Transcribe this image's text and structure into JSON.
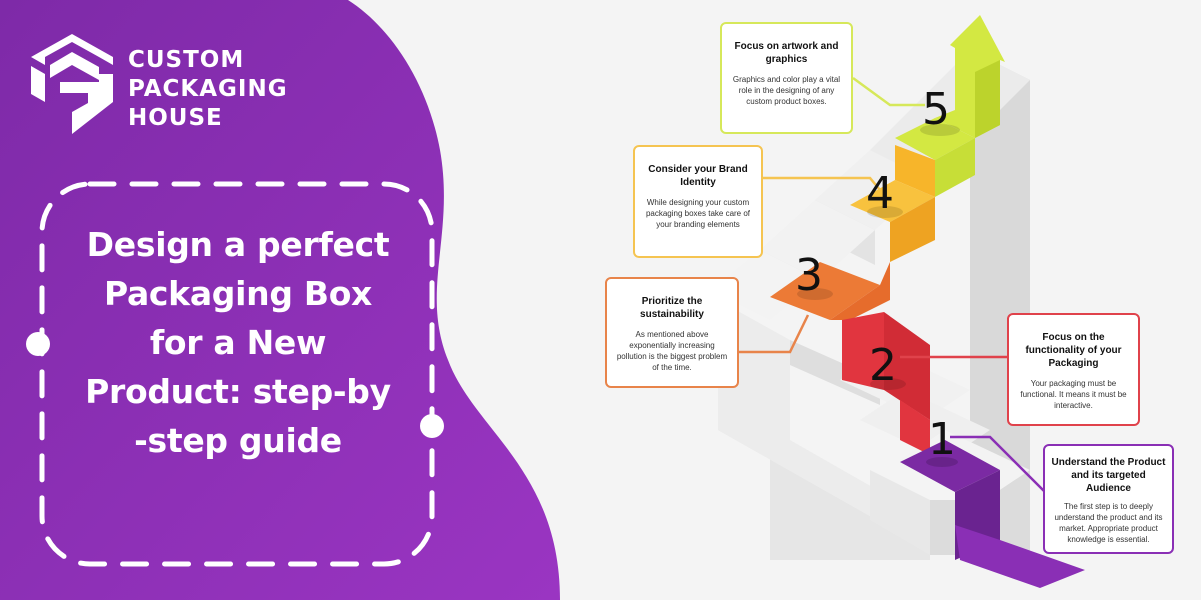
{
  "brand": {
    "name_lines": [
      "CUSTOM",
      "PACKAGING",
      "HOUSE"
    ],
    "logo_icon": "hexagon-arrow-logo-icon"
  },
  "headline": {
    "lines": [
      "Design a perfect",
      "Packaging Box",
      "for a New",
      "Product: step-by",
      "-step guide"
    ]
  },
  "colors": {
    "purple": "#8a2fb5",
    "step1": "#7b2aa3",
    "step2": "#e1353f",
    "step3": "#ec7a36",
    "step4": "#f7b52a",
    "step5": "#d3e842"
  },
  "steps": [
    {
      "number": "1",
      "title": "Understand the Product and its targeted Audience",
      "body": "The first step is to deeply understand the product and its market. Appropriate product knowledge is essential.",
      "color": "#8a2fb5"
    },
    {
      "number": "2",
      "title": "Focus on the functionality of your Packaging",
      "body": "Your packaging must be functional. It means it must be interactive.",
      "color": "#e0424b"
    },
    {
      "number": "3",
      "title": "Prioritize the sustainability",
      "body": "As mentioned above exponentially increasing pollution is the biggest problem of the time.",
      "color": "#e8844a"
    },
    {
      "number": "4",
      "title": "Consider your Brand Identity",
      "body": "While designing your custom packaging boxes take care of your branding elements",
      "color": "#f5c451"
    },
    {
      "number": "5",
      "title": "Focus on artwork and graphics",
      "body": "Graphics and color play a vital role in the designing of any custom product boxes.",
      "color": "#d6e85a"
    }
  ]
}
